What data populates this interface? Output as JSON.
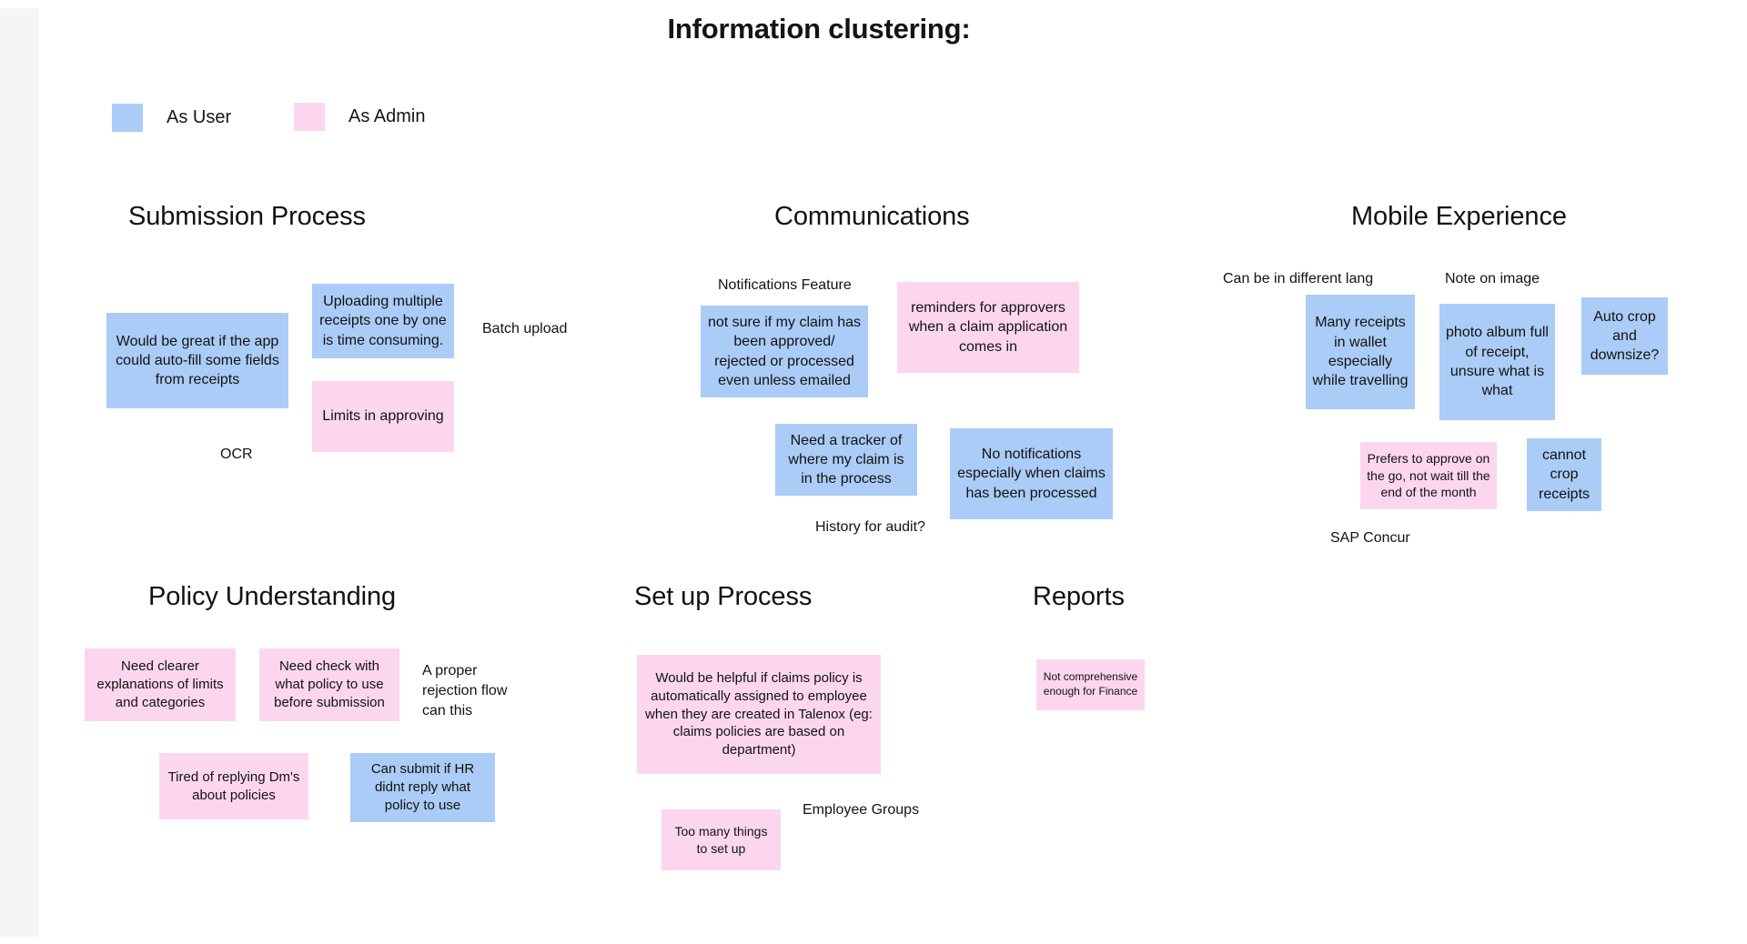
{
  "page": {
    "title": "Information clustering:",
    "background": "#ffffff",
    "rail_color": "#f5f5f5"
  },
  "colors": {
    "user_blue": "#aaccf6",
    "admin_pink": "#fcd6ee",
    "text": "#121212"
  },
  "legend": {
    "items": [
      {
        "label": "As User",
        "color": "#aaccf6",
        "swatch_name": "legend-swatch-user"
      },
      {
        "label": "As Admin",
        "color": "#fcd6ee",
        "swatch_name": "legend-swatch-admin"
      }
    ]
  },
  "clusters": [
    {
      "id": "submission-process",
      "title": "Submission Process",
      "notes": [
        {
          "role": "user",
          "text": "Would be great if the app could auto-fill some fields from receipts"
        },
        {
          "role": "user",
          "text": "Uploading multiple receipts one by one is time consuming."
        },
        {
          "role": "admin",
          "text": "Limits in approving"
        }
      ],
      "labels": [
        "Batch upload",
        "OCR"
      ]
    },
    {
      "id": "communications",
      "title": "Communications",
      "notes": [
        {
          "role": "user",
          "text": "not sure if my claim has been approved/ rejected or processed even unless emailed"
        },
        {
          "role": "admin",
          "text": "reminders for approvers when a claim application comes in"
        },
        {
          "role": "user",
          "text": "Need a tracker of where my claim is in the process"
        },
        {
          "role": "user",
          "text": "No notifications especially when claims has been processed"
        }
      ],
      "labels": [
        "Notifications Feature",
        "History for audit?"
      ]
    },
    {
      "id": "mobile-experience",
      "title": "Mobile Experience",
      "notes": [
        {
          "role": "user",
          "text": "Many receipts in wallet especially while travelling"
        },
        {
          "role": "user",
          "text": "photo album full of receipt, unsure what is what"
        },
        {
          "role": "user",
          "text": "Auto crop and downsize?"
        },
        {
          "role": "admin",
          "text": "Prefers to approve on the go, not wait till the end of the month"
        },
        {
          "role": "user",
          "text": "cannot crop receipts"
        }
      ],
      "labels": [
        "Can be in different lang",
        "Note on image",
        "SAP Concur"
      ]
    },
    {
      "id": "policy-understanding",
      "title": "Policy Understanding",
      "notes": [
        {
          "role": "admin",
          "text": "Need clearer explanations of limits and categories"
        },
        {
          "role": "admin",
          "text": "Need check with what policy to use before submission"
        },
        {
          "role": "admin",
          "text": "Tired of replying Dm's about policies"
        },
        {
          "role": "user",
          "text": "Can submit if HR didnt reply what policy to use"
        }
      ],
      "labels": [
        "A proper\nrejection flow\ncan this"
      ]
    },
    {
      "id": "set-up-process",
      "title": "Set up Process",
      "notes": [
        {
          "role": "admin",
          "text": "Would be helpful if claims policy is automatically assigned to employee when they are created in Talenox (eg: claims policies are based on department)"
        },
        {
          "role": "admin",
          "text": "Too many things to set up"
        }
      ],
      "labels": [
        "Employee Groups"
      ]
    },
    {
      "id": "reports",
      "title": "Reports",
      "notes": [
        {
          "role": "admin",
          "text": "Not comprehensive enough for Finance"
        }
      ],
      "labels": []
    }
  ]
}
